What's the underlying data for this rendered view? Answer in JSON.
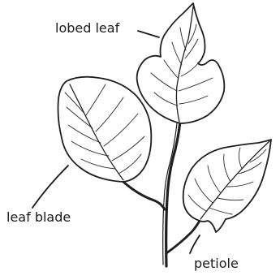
{
  "labels": {
    "lobed_leaf": "lobed leaf",
    "leaf_blade": "leaf blade",
    "petiole": "petiole"
  },
  "colors": {
    "ink": "#1f1f1f",
    "background": "#ffffff"
  }
}
